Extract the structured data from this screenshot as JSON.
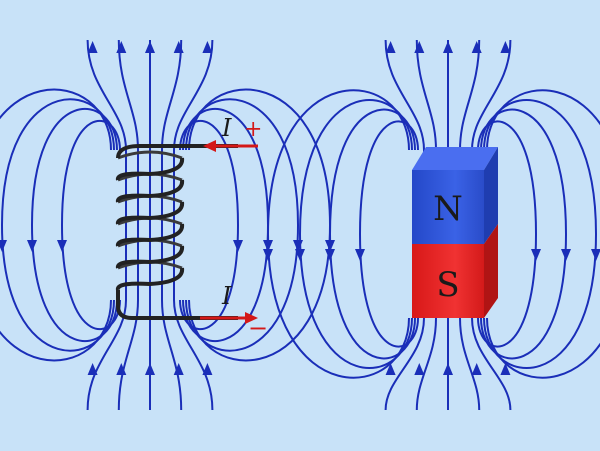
{
  "colors": {
    "background": "#c8e2f8",
    "field_line": "#1a2eb8",
    "coil_wire": "#2a2a2a",
    "current_arrow": "#d41818",
    "magnet_north": "#2f55d8",
    "magnet_south": "#e02020",
    "label_text": "#1a1a1a"
  },
  "solenoid": {
    "current_label_top": "I",
    "polarity_top": "+",
    "current_label_bottom": "I",
    "polarity_bottom": "−"
  },
  "magnet": {
    "north_label": "N",
    "south_label": "S"
  }
}
